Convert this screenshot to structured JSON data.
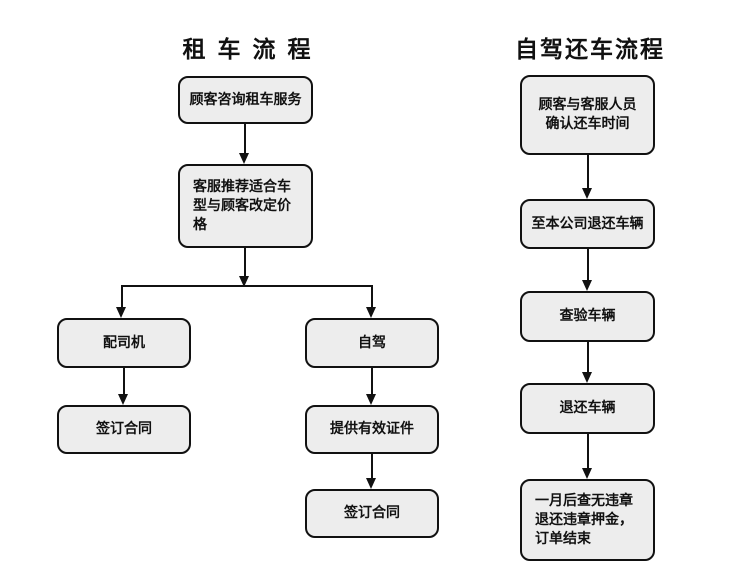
{
  "flows": {
    "rental": {
      "title": "租 车 流 程",
      "nodes": {
        "inquiry": "顾客咨询租车服务",
        "recommend": "客服推荐适合车\n型与顾客改定价\n格",
        "with_driver": "配司机",
        "self_drive": "自驾",
        "sign_contract_driver": "签订合同",
        "provide_documents": "提供有效证件",
        "sign_contract_self": "签订合同"
      }
    },
    "return": {
      "title": "自驾还车流程",
      "nodes": {
        "confirm_time": "顾客与客服人员\n确认还车时间",
        "return_to_company": "至本公司退还车辆",
        "inspect_vehicle": "查验车辆",
        "return_vehicle": "退还车辆",
        "deposit_refund": "一月后查无违章\n退还违章押金，\n订单结束"
      }
    }
  },
  "colors": {
    "background": "#ffffff",
    "node_fill": "#ededed",
    "node_border": "#111111",
    "line": "#111111"
  }
}
